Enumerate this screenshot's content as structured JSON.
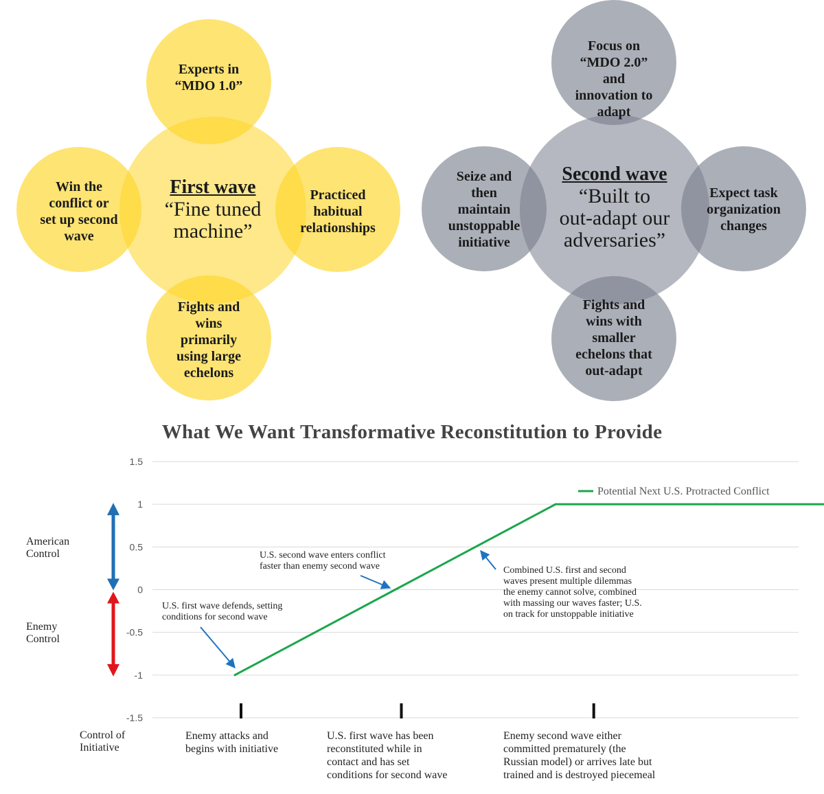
{
  "first_wave": {
    "title": "First wave",
    "subtitle": "“Fine tuned\nmachine”",
    "top": "Experts in\n“MDO 1.0”",
    "left": "Win the\nconflict or\nset up second\nwave",
    "right": "Practiced\nhabitual\nrelationships",
    "bottom": "Fights and\nwins\nprimarily\nusing large\nechelons",
    "color": "#fdd628"
  },
  "second_wave": {
    "title": "Second wave",
    "subtitle": "“Built to\nout-adapt our\nadversaries”",
    "top": "Focus on\n“MDO 2.0”\nand\ninnovation to\nadapt",
    "left": "Seize and\nthen\nmaintain\nunstoppable\ninitiative",
    "right": "Expect task\norganization\nchanges",
    "bottom": "Fights and\nwins with\nsmaller\nechelons that\nout-adapt",
    "color": "#787e8c"
  },
  "side_labels": {
    "american": "American\nControl",
    "enemy": "Enemy\nControl",
    "initiative": "Control of\nInitiative"
  },
  "annotations": {
    "first_defends": "U.S. first wave defends, setting\nconditions for second wave",
    "second_enters": "U.S. second wave enters conflict\nfaster than enemy second wave",
    "combined": "Combined U.S. first and second\nwaves present multiple dilemmas\nthe enemy cannot solve, combined\nwith massing our waves faster; U.S.\non track for unstoppable initiative"
  },
  "phases": [
    "Enemy attacks and\nbegins with initiative",
    "U.S. first wave has been\nreconstituted while in\ncontact and has set\nconditions for second wave",
    "Enemy second wave either\ncommitted prematurely (the\nRussian model) or arrives late but\ntrained and is destroyed piecemeal"
  ],
  "colors": {
    "line": "#1aa64b",
    "american_arrow": "#1f6fb5",
    "enemy_arrow": "#e0161c",
    "annotation_arrow": "#1f73c0"
  },
  "chart_data": {
    "type": "line",
    "title": "What We Want Transformative Reconstitution to Provide",
    "xlabel": "",
    "ylabel": "",
    "ylim": [
      -1.5,
      1.5
    ],
    "yticks": [
      -1.5,
      -1,
      -0.5,
      0,
      0.5,
      1,
      1.5
    ],
    "ytick_labels": [
      "-1.5",
      "-1",
      "-0.5",
      "0",
      "0.5",
      "1",
      "1.5"
    ],
    "grid": true,
    "legend": "top-right",
    "series": [
      {
        "name": "Potential Next U.S. Protracted Conflict",
        "x": [
          1,
          2,
          3,
          4,
          5
        ],
        "values": [
          -1,
          0,
          1,
          1,
          1
        ]
      }
    ],
    "phase_markers_x": [
      1,
      2,
      3.2
    ]
  }
}
